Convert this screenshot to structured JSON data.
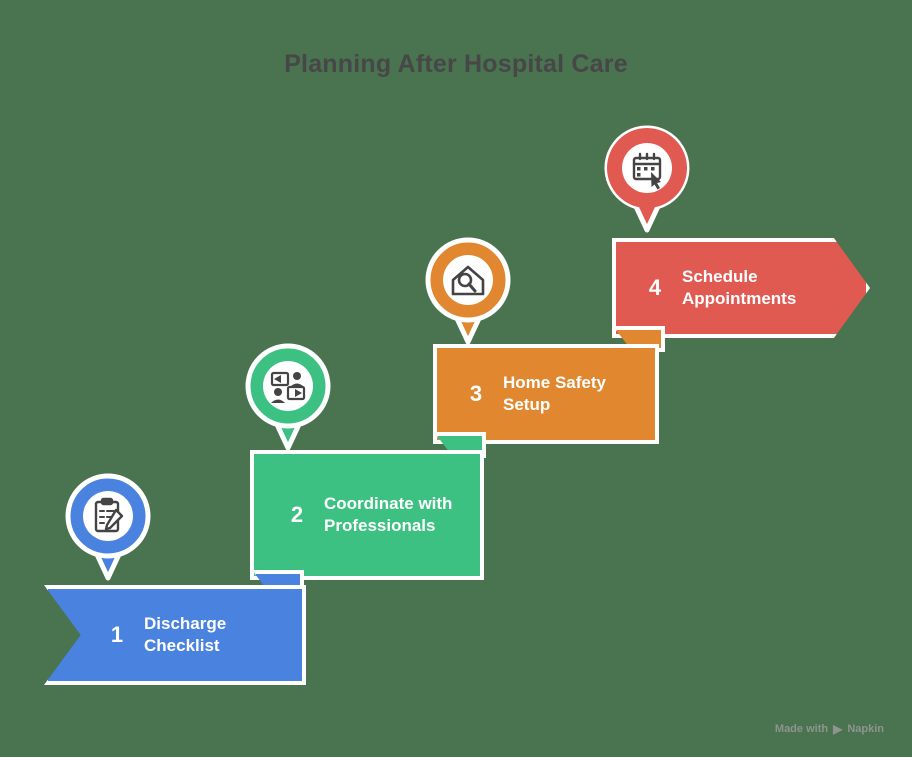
{
  "title": "Planning After Hospital Care",
  "background_color": "#4a7350",
  "title_color": "#474747",
  "steps": [
    {
      "number": "1",
      "label": "Discharge Checklist",
      "color": "#4a82df",
      "icon": "clipboard-checklist-pencil-icon",
      "shape": "ribbon-notched-left"
    },
    {
      "number": "2",
      "label": "Coordinate with Professionals",
      "color": "#3cc182",
      "icon": "people-communication-icon",
      "shape": "rectangle"
    },
    {
      "number": "3",
      "label": "Home Safety Setup",
      "color": "#e0872f",
      "icon": "house-inspection-icon",
      "shape": "rectangle"
    },
    {
      "number": "4",
      "label": "Schedule Appointments",
      "color": "#e05a52",
      "icon": "calendar-click-icon",
      "shape": "arrow-right"
    }
  ],
  "watermark": {
    "prefix": "Made with",
    "mark": "▶",
    "brand": "Napkin"
  }
}
